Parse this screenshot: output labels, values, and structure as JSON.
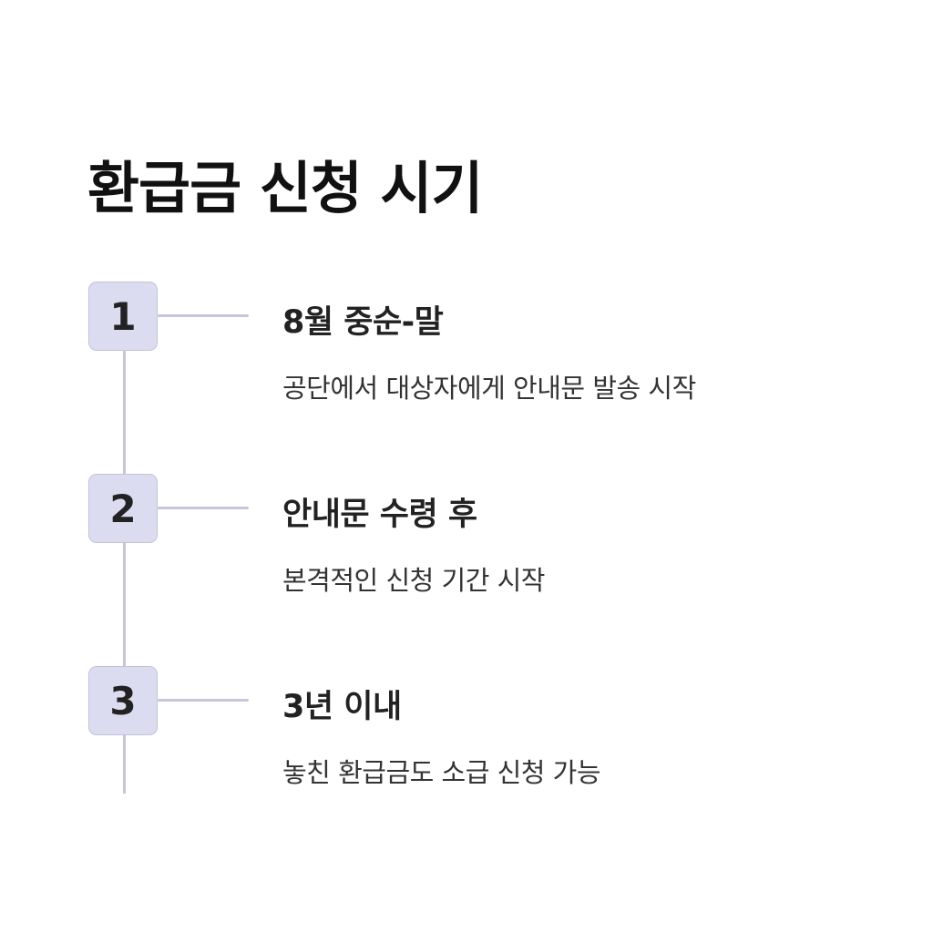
{
  "title": "환급금 신청 시기",
  "steps": [
    {
      "number": "1",
      "heading": "8월 중순-말",
      "description": "공단에서 대상자에게 안내문 발송 시작"
    },
    {
      "number": "2",
      "heading": "안내문 수령 후",
      "description": "본격적인 신청 기간 시작"
    },
    {
      "number": "3",
      "heading": "3년 이내",
      "description": "놓친 환급금도 소급 신청 가능"
    }
  ]
}
